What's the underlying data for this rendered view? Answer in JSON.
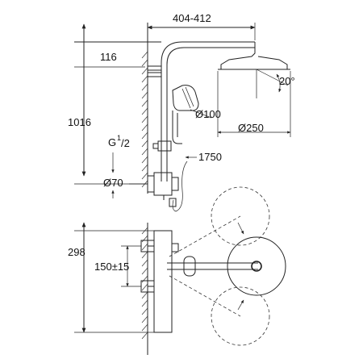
{
  "labels": {
    "arm_length": "404-412",
    "top_offset": "116",
    "total_height": "1016",
    "connection": "G",
    "connection_sup": "1",
    "connection_sub": "/2",
    "inlet_diameter": "Ø70",
    "handshower_diameter": "Ø100",
    "hose_length": "1750",
    "head_diameter": "Ø250",
    "head_angle": "20°",
    "plan_depth": "298",
    "inlet_spacing": "150±15"
  }
}
